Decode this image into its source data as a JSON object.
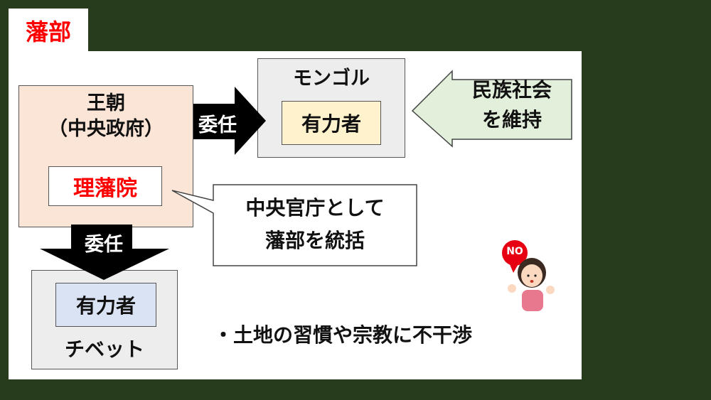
{
  "header": {
    "title": "藩部"
  },
  "diagram": {
    "dynasty": {
      "title_line1": "王朝",
      "title_line2": "（中央政府）",
      "office": "理藩院"
    },
    "mongol": {
      "label": "モンゴル",
      "elite": "有力者"
    },
    "tibet": {
      "label": "チベット",
      "elite": "有力者"
    },
    "arrow_right_label": "委任",
    "arrow_down_label": "委任",
    "maintain_line1": "民族社会",
    "maintain_line2": "を維持",
    "callout_line1": "中央官庁として",
    "callout_line2": "藩部を統括",
    "bullet": "・土地の習慣や宗教に不干渉",
    "no_badge": "NO"
  },
  "colors": {
    "background": "#273b1d",
    "title_red": "#ff0000",
    "dynasty_fill": "#fbe5d6",
    "mongol_elite_fill": "#fff2cc",
    "tibet_elite_fill": "#dae3f3",
    "maintain_fill": "#e2efda",
    "gray_box": "#ededed"
  }
}
